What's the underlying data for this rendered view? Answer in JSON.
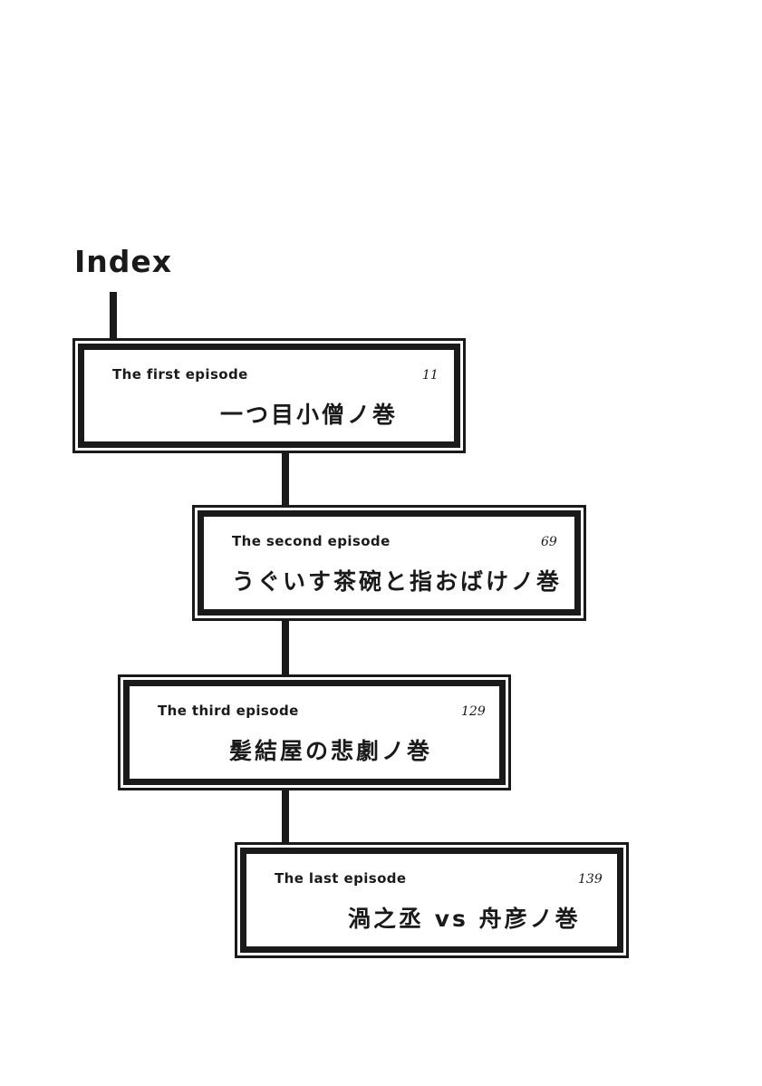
{
  "index": {
    "title": "Index"
  },
  "episodes": [
    {
      "label": "The first episode",
      "page": "11",
      "title": "一つ目小僧ノ巻"
    },
    {
      "label": "The second episode",
      "page": "69",
      "title": "うぐいす茶碗と指おばけノ巻"
    },
    {
      "label": "The third episode",
      "page": "129",
      "title": "髪結屋の悲劇ノ巻"
    },
    {
      "label": "The last episode",
      "page": "139",
      "title": "渦之丞 vs 舟彦ノ巻"
    }
  ]
}
